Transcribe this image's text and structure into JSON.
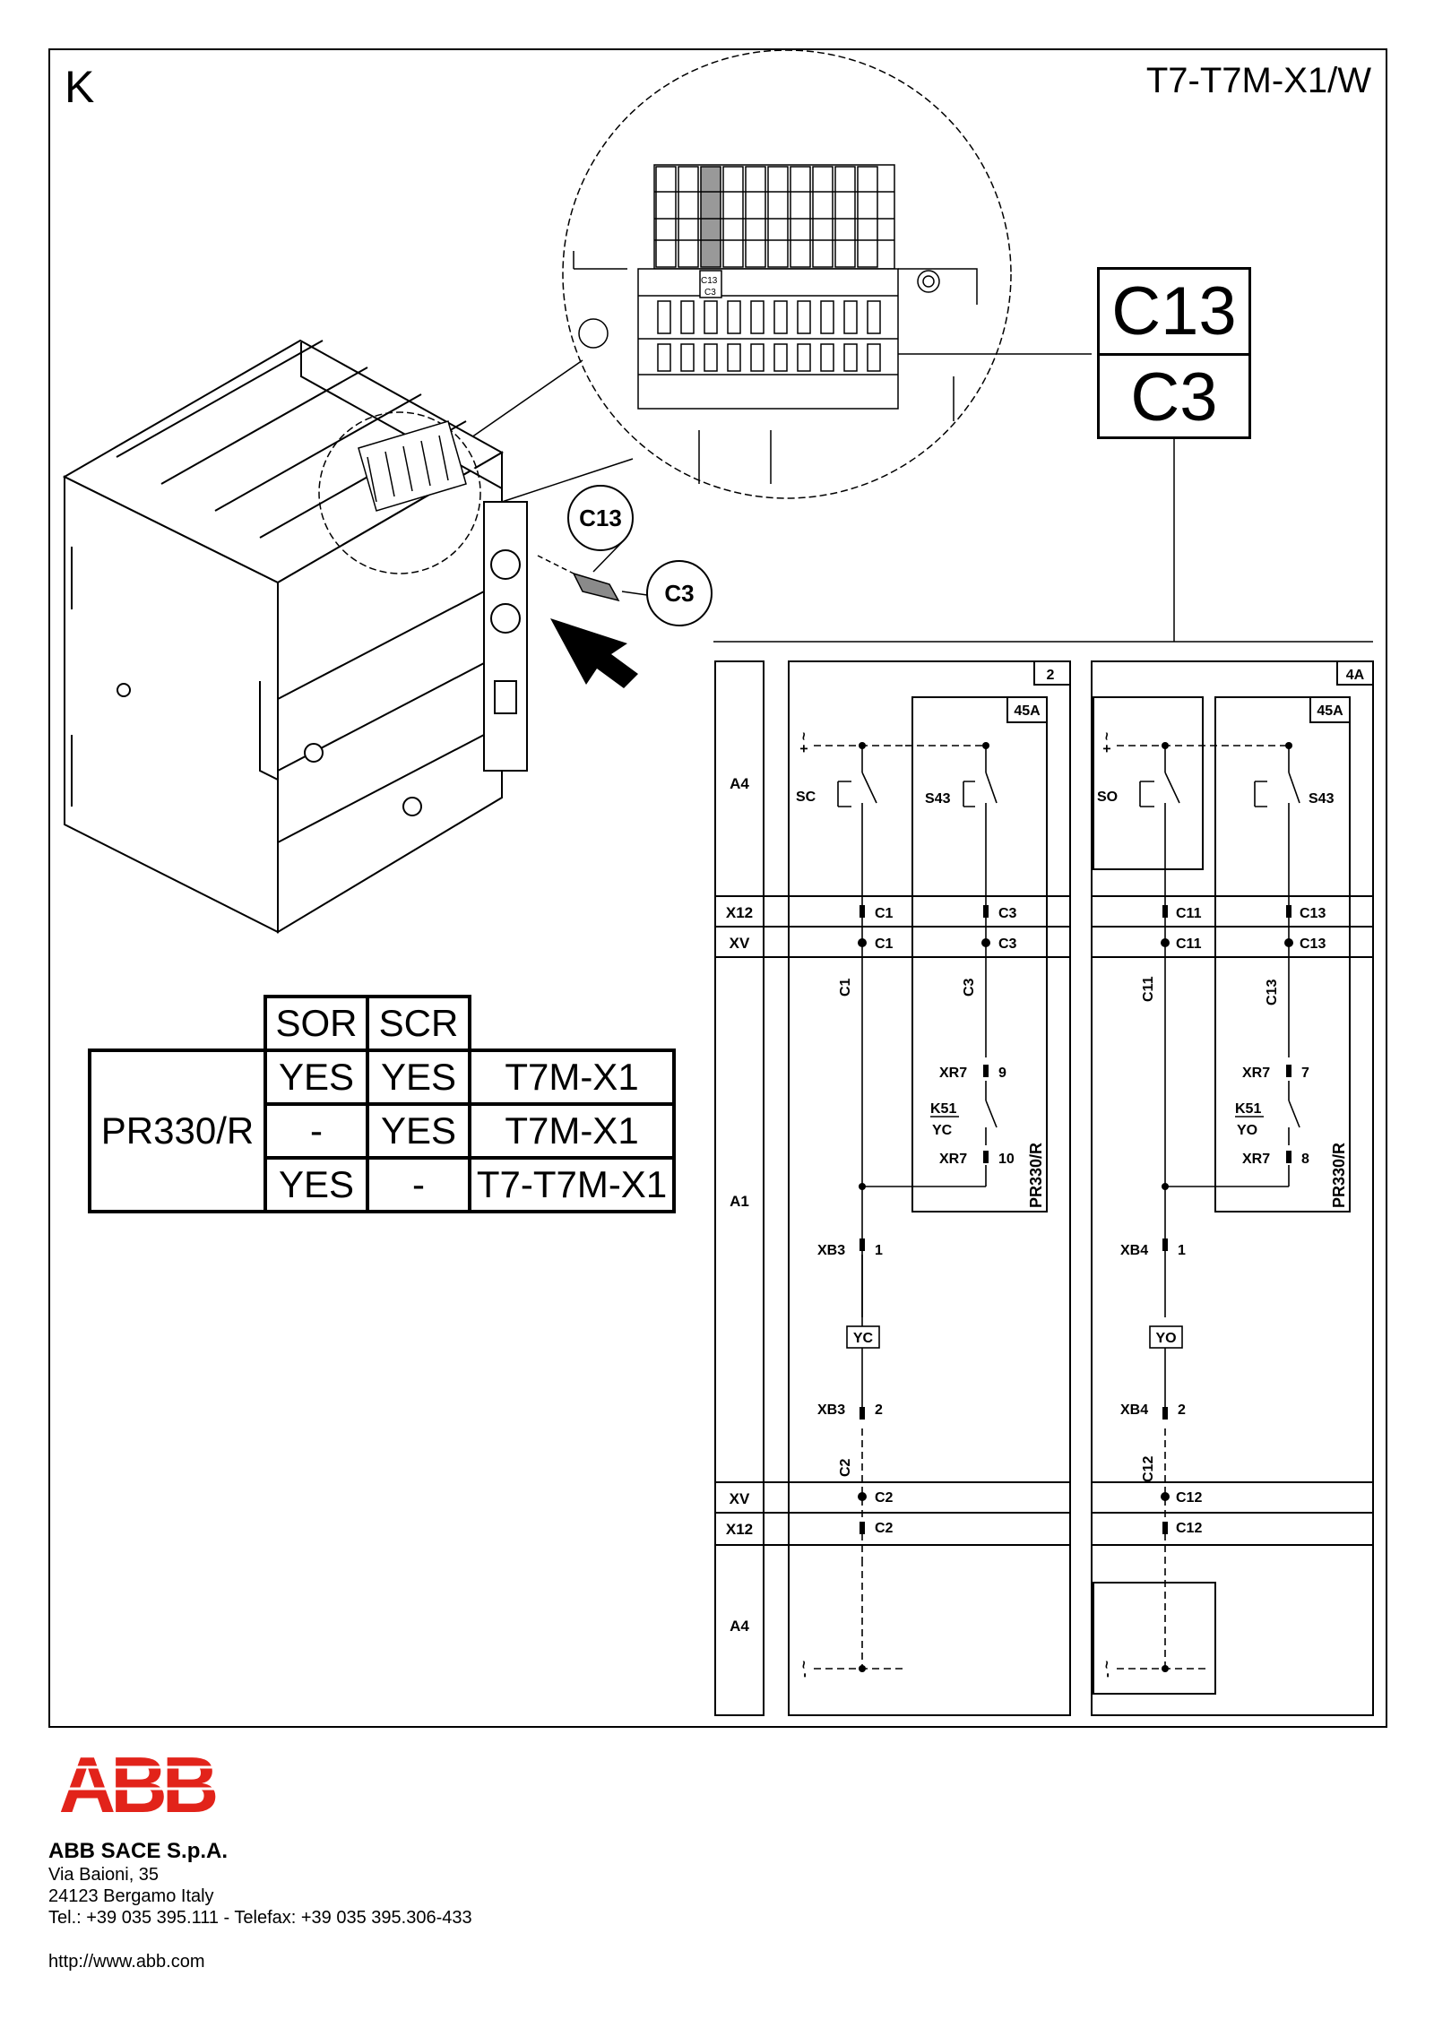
{
  "header": {
    "letter": "K",
    "doc_code": "T7-T7M-X1/W"
  },
  "terminal_label": {
    "top": "C13",
    "bottom": "C3"
  },
  "mini_terminal": {
    "top": "C13",
    "bottom": "C3"
  },
  "callouts": {
    "c13": "C13",
    "c3": "C3"
  },
  "options_table": {
    "columns": [
      "SOR",
      "SCR"
    ],
    "row_label": "PR330/R",
    "rows": [
      {
        "sor": "YES",
        "scr": "YES",
        "model": "T7M-X1"
      },
      {
        "sor": "-",
        "scr": "YES",
        "model": "T7M-X1"
      },
      {
        "sor": "YES",
        "scr": "-",
        "model": "T7-T7M-X1"
      }
    ]
  },
  "schematic": {
    "zones": {
      "a4_top": "A4",
      "x12_top": "X12",
      "xv_top": "XV",
      "a1": "A1",
      "xv_bottom": "XV",
      "x12_bottom": "X12",
      "a4_bottom": "A4"
    },
    "supply_top": "+\n~",
    "supply_bottom": "-\n~",
    "left_circuit": {
      "sheet_ref": "2",
      "module_ref": "45A",
      "contact_left": "SC",
      "contact_right": "S43",
      "x12_left": "C1",
      "x12_right": "C3",
      "xv_left": "C1",
      "xv_right": "C3",
      "wire_left": "C1",
      "wire_right": "C3",
      "xr7_top": "XR7",
      "xr7_top_pin": "9",
      "relay": "K51",
      "relay_coil": "YC",
      "xr7_bottom": "XR7",
      "xr7_bottom_pin": "10",
      "unit": "PR330/R",
      "xb_top": "XB3",
      "xb_top_pin": "1",
      "coil": "YC",
      "xb_bottom": "XB3",
      "xb_bottom_pin": "2",
      "wire_bottom": "C2",
      "xv_bottom": "C2",
      "x12_bottom": "C2"
    },
    "right_circuit": {
      "sheet_ref": "4A",
      "module_ref": "45A",
      "contact_left": "SO",
      "contact_right": "S43",
      "x12_left": "C11",
      "x12_right": "C13",
      "xv_left": "C11",
      "xv_right": "C13",
      "wire_left": "C11",
      "wire_right": "C13",
      "xr7_top": "XR7",
      "xr7_top_pin": "7",
      "relay": "K51",
      "relay_coil": "YO",
      "xr7_bottom": "XR7",
      "xr7_bottom_pin": "8",
      "unit": "PR330/R",
      "xb_top": "XB4",
      "xb_top_pin": "1",
      "coil": "YO",
      "xb_bottom": "XB4",
      "xb_bottom_pin": "2",
      "wire_bottom": "C12",
      "xv_bottom": "C12",
      "x12_bottom": "C12"
    }
  },
  "footer": {
    "brand": "ABB",
    "company": "ABB SACE S.p.A.",
    "address_1": "Via Baioni, 35",
    "address_2": "24123 Bergamo Italy",
    "phone": "Tel.: +39 035 395.111 - Telefax: +39 035 395.306-433",
    "url": "http://www.abb.com"
  },
  "colors": {
    "brand_red": "#e2231a",
    "part_gray": "#8a8a8a"
  }
}
